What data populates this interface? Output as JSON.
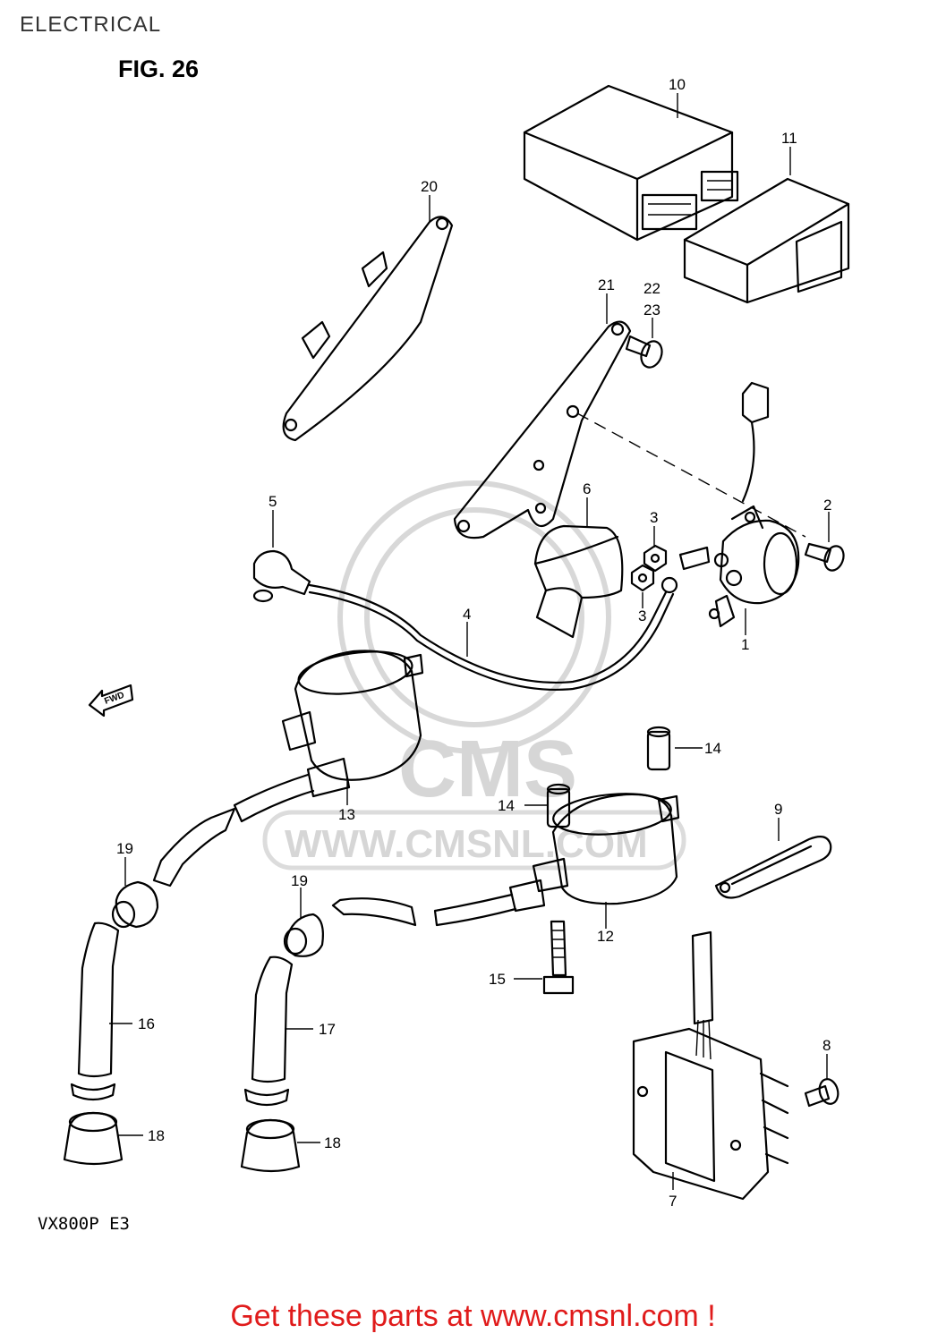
{
  "header": "ELECTRICAL",
  "figure_label": "FIG. 26",
  "model_code": "VX800P  E3",
  "watermark": {
    "logo_text": "CMS",
    "url": "WWW.CMSNL.COM"
  },
  "footer": "Get these parts at www.cmsnl.com !",
  "fwd_label": "FWD",
  "callouts": {
    "n1": "1",
    "n2": "2",
    "n3a": "3",
    "n3b": "3",
    "n4": "4",
    "n5": "5",
    "n6": "6",
    "n7": "7",
    "n8": "8",
    "n9": "9",
    "n10": "10",
    "n11": "11",
    "n12": "12",
    "n13": "13",
    "n14a": "14",
    "n14b": "14",
    "n15": "15",
    "n16": "16",
    "n17": "17",
    "n18a": "18",
    "n18b": "18",
    "n19a": "19",
    "n19b": "19",
    "n20": "20",
    "n21": "21",
    "n22": "22",
    "n23": "23"
  }
}
